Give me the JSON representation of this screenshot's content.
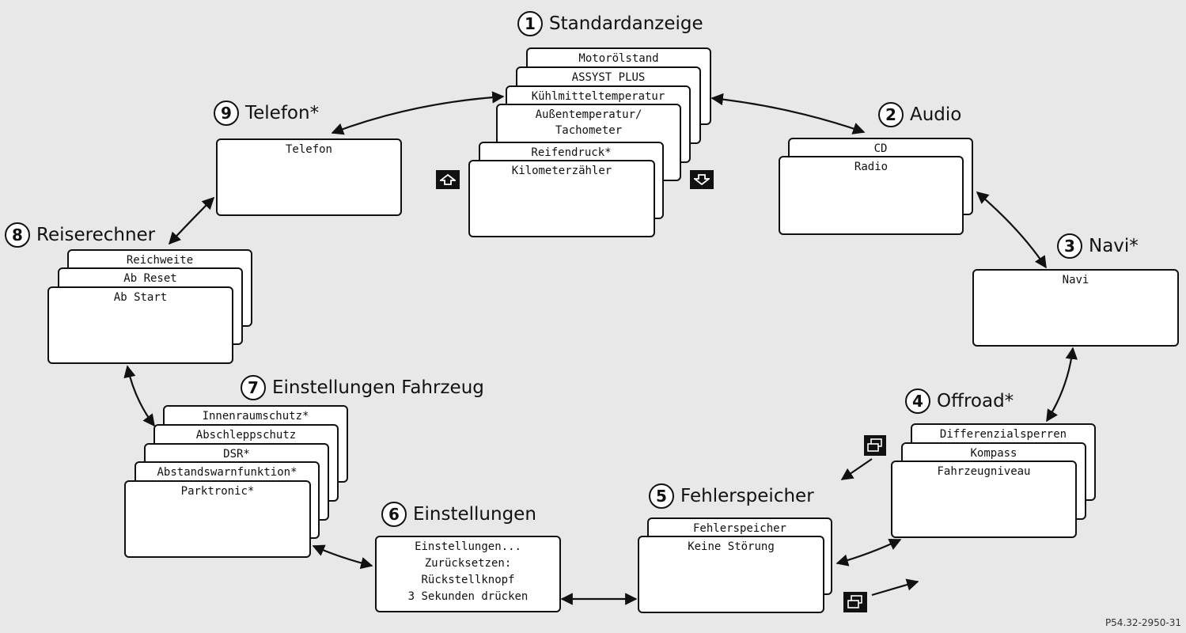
{
  "sections": {
    "s1": {
      "number": "1",
      "title": "Standardanzeige"
    },
    "s2": {
      "number": "2",
      "title": "Audio"
    },
    "s3": {
      "number": "3",
      "title": "Navi*"
    },
    "s4": {
      "number": "4",
      "title": "Offroad*"
    },
    "s5": {
      "number": "5",
      "title": "Fehlerspeicher"
    },
    "s6": {
      "number": "6",
      "title": "Einstellungen"
    },
    "s7": {
      "number": "7",
      "title": "Einstellungen Fahrzeug"
    },
    "s8": {
      "number": "8",
      "title": "Reiserechner"
    },
    "s9": {
      "number": "9",
      "title": "Telefon*"
    }
  },
  "cards": {
    "motoroel": "Motorölstand",
    "assyst": "ASSYST PLUS",
    "kuehlmittel": "Kühlmitteltemperatur",
    "aussentemp_1": "Außentemperatur/",
    "aussentemp_2": "Tachometer",
    "reifendruck": "Reifendruck*",
    "kilometer": "Kilometerzähler",
    "cd": "CD",
    "radio": "Radio",
    "navi": "Navi",
    "differenzial": "Differenzialsperren",
    "kompass": "Kompass",
    "fahrzeugniveau": "Fahrzeugniveau",
    "fehlerspeicher": "Fehlerspeicher",
    "keine_stoerung": "Keine Störung",
    "einst_1": "Einstellungen...",
    "einst_2": "Zurücksetzen:",
    "einst_3": "Rückstellknopf",
    "einst_4": "3 Sekunden drücken",
    "innenraum": "Innenraumschutz*",
    "abschlepp": "Abschleppschutz",
    "dsr": "DSR*",
    "abstand": "Abstandswarnfunktion*",
    "parktronic": "Parktronic*",
    "reichweite": "Reichweite",
    "ab_reset": "Ab Reset",
    "ab_start": "Ab Start",
    "telefon": "Telefon"
  },
  "icons": {
    "scroll_up": "arrow-up-icon",
    "scroll_down": "arrow-down-icon",
    "screen_back": "screen-back-icon",
    "screen_forward": "screen-forward-icon"
  },
  "reference": "P54.32-2950-31"
}
